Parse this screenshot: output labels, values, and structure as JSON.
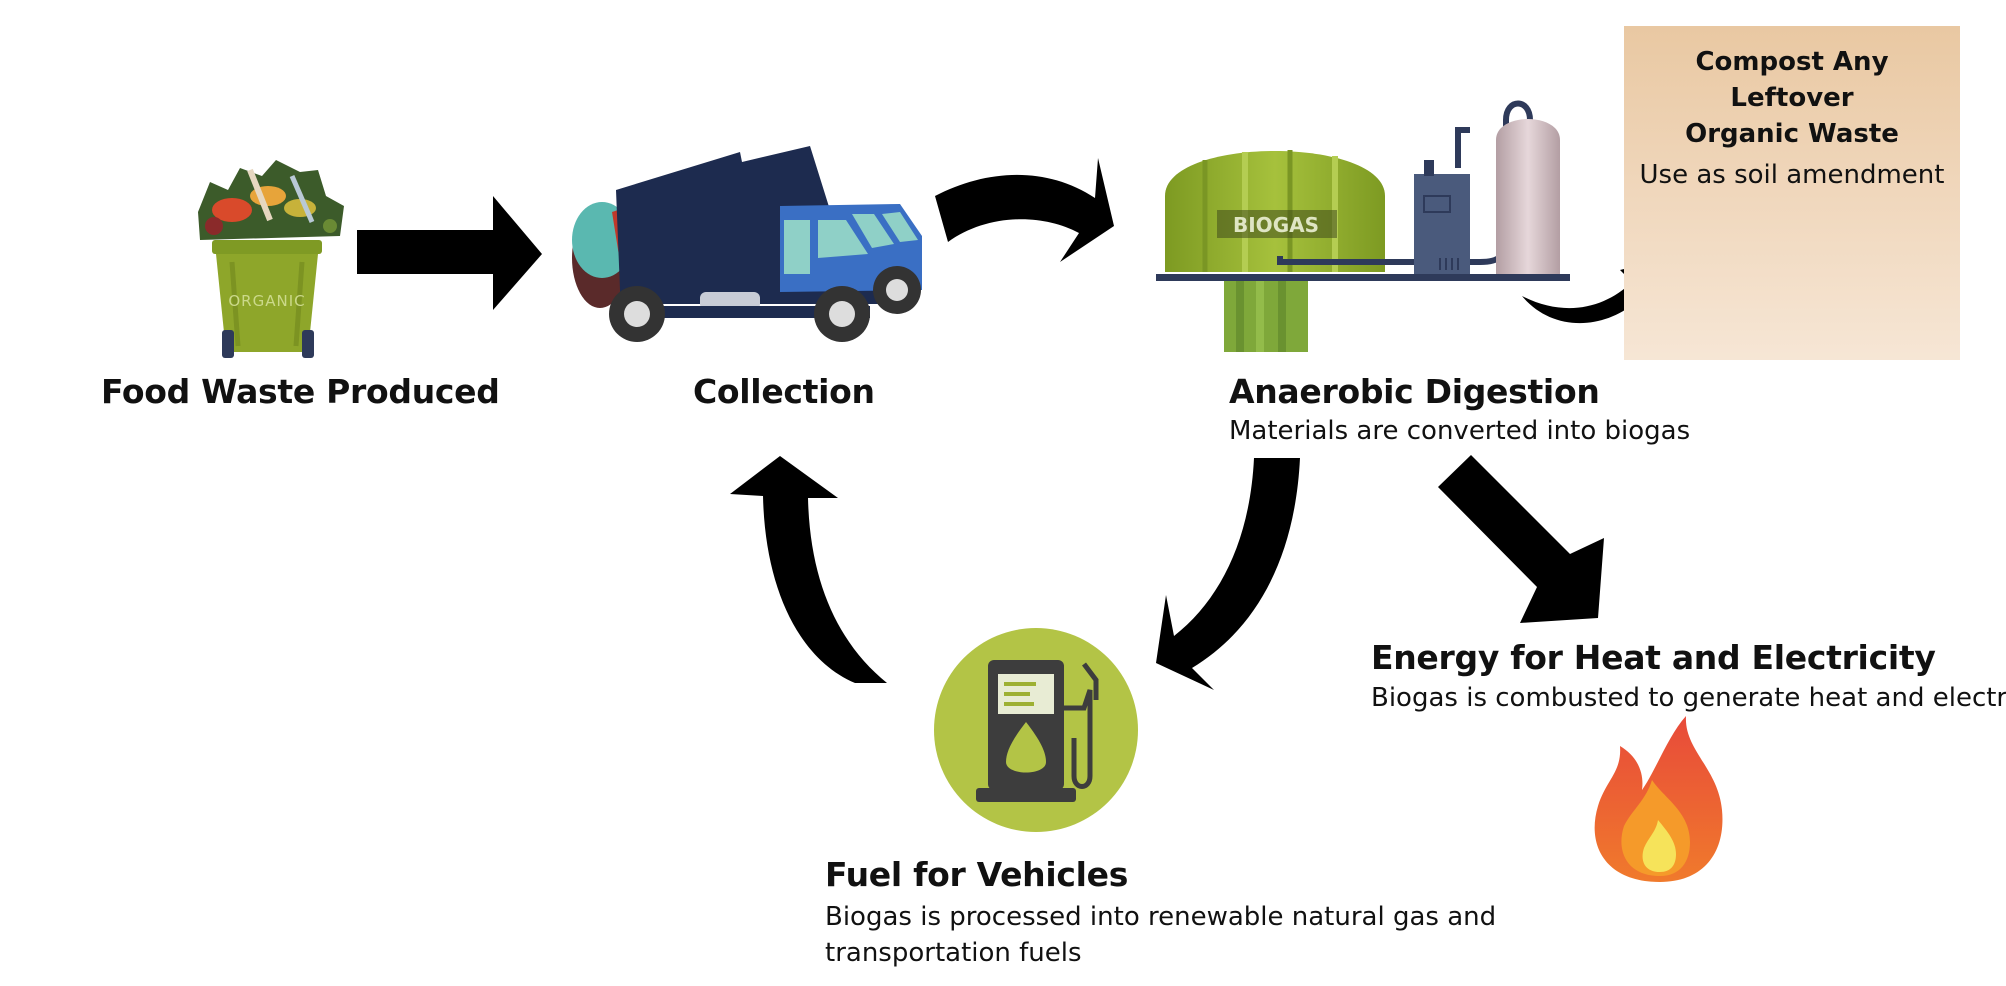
{
  "nodes": {
    "food_waste": {
      "title": "Food Waste Produced"
    },
    "collection": {
      "title": "Collection"
    },
    "anaerobic": {
      "title": "Anaerobic Digestion",
      "desc": "Materials are converted into biogas"
    },
    "energy": {
      "title": "Energy for Heat and Electricity",
      "desc": "Biogas is combusted to generate heat and electricity"
    },
    "fuel": {
      "title": "Fuel for Vehicles",
      "desc_line1": "Biogas is processed into renewable natural gas and",
      "desc_line2": "transportation fuels"
    },
    "compost": {
      "title_line1": "Compost Any Leftover",
      "title_line2": "Organic Waste",
      "subtitle": "Use as soil amendment"
    }
  },
  "illustrations": {
    "bin_text": "ORGANIC",
    "digester_text": "BIOGAS"
  },
  "icons": [
    "organic-bin-icon",
    "garbage-truck-icon",
    "biogas-digester-icon",
    "fuel-pump-icon",
    "flame-icon",
    "plant-in-hand-icon"
  ],
  "colors": {
    "arrow": "#000000",
    "bin_green": "#8ea62a",
    "truck_blue": "#3a6fc4",
    "truck_navy": "#1d2b4f",
    "digester_green": "#8fae2e",
    "fuel_circle": "#b3c446",
    "flame_red": "#e8533d",
    "compost_bg": "#efd3b5"
  }
}
